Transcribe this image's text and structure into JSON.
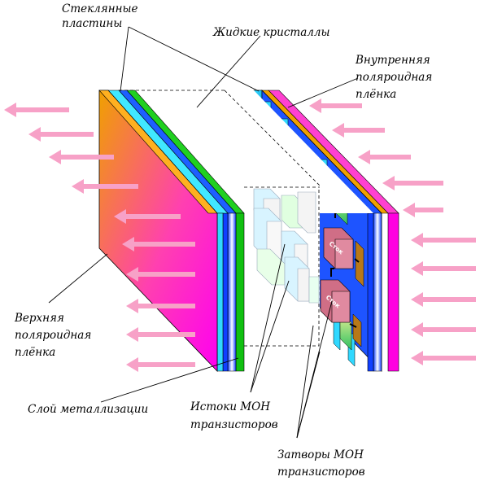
{
  "labels": {
    "glass_line1": "Стеклянные",
    "glass_line2": "пластины",
    "liquid_crystals": "Жидкие кристаллы",
    "inner_line1": "Внутренняя",
    "inner_line2": "поляроидная",
    "inner_line3": "плёнка",
    "top_line1": "Верхняя",
    "top_line2": "поляроидная",
    "top_line3": "плёнка",
    "metal_layer": "Слой металлизации",
    "sources_line1": "Истоки МОН",
    "sources_line2": "транзисторов",
    "gates_line1": "Затворы МОН",
    "gates_line2": "транзисторов",
    "chip_text": "Сток"
  },
  "colors": {
    "arrow": "#f7a1c7",
    "polaroid_start": "#f0a000",
    "polaroid_end": "#ff00e8",
    "glass": "#00b8ff",
    "metal": "#0030ff",
    "green": "#10c010",
    "cell_yellow": "#f0f070",
    "gate": "#b87818",
    "drain_chip": "#d8708a"
  }
}
